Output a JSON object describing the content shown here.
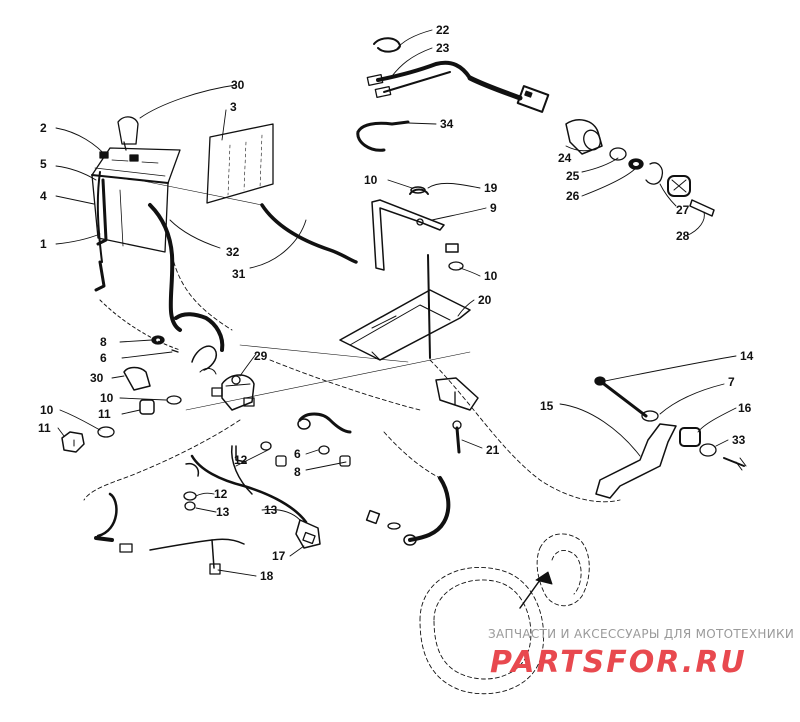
{
  "callouts": [
    {
      "id": "c22",
      "text": "22"
    },
    {
      "id": "c23",
      "text": "23"
    },
    {
      "id": "c30a",
      "text": "30"
    },
    {
      "id": "c3",
      "text": "3"
    },
    {
      "id": "c34",
      "text": "34"
    },
    {
      "id": "c2",
      "text": "2"
    },
    {
      "id": "c5",
      "text": "5"
    },
    {
      "id": "c4",
      "text": "4"
    },
    {
      "id": "c1",
      "text": "1"
    },
    {
      "id": "c24",
      "text": "24"
    },
    {
      "id": "c25",
      "text": "25"
    },
    {
      "id": "c26",
      "text": "26"
    },
    {
      "id": "c27",
      "text": "27"
    },
    {
      "id": "c28",
      "text": "28"
    },
    {
      "id": "c10a",
      "text": "10"
    },
    {
      "id": "c19",
      "text": "19"
    },
    {
      "id": "c9",
      "text": "9"
    },
    {
      "id": "c32",
      "text": "32"
    },
    {
      "id": "c31",
      "text": "31"
    },
    {
      "id": "c10b",
      "text": "10"
    },
    {
      "id": "c20",
      "text": "20"
    },
    {
      "id": "c8a",
      "text": "8"
    },
    {
      "id": "c6a",
      "text": "6"
    },
    {
      "id": "c29",
      "text": "29"
    },
    {
      "id": "c30b",
      "text": "30"
    },
    {
      "id": "c10c",
      "text": "10"
    },
    {
      "id": "c11a",
      "text": "11"
    },
    {
      "id": "c10d",
      "text": "10"
    },
    {
      "id": "c11b",
      "text": "11"
    },
    {
      "id": "c14",
      "text": "14"
    },
    {
      "id": "c7",
      "text": "7"
    },
    {
      "id": "c15",
      "text": "15"
    },
    {
      "id": "c16",
      "text": "16"
    },
    {
      "id": "c33",
      "text": "33"
    },
    {
      "id": "c21",
      "text": "21"
    },
    {
      "id": "c6b",
      "text": "6"
    },
    {
      "id": "c8b",
      "text": "8"
    },
    {
      "id": "c12a",
      "text": "12"
    },
    {
      "id": "c12b",
      "text": "12"
    },
    {
      "id": "c13a",
      "text": "13"
    },
    {
      "id": "c13b",
      "text": "13"
    },
    {
      "id": "c17",
      "text": "17"
    },
    {
      "id": "c18",
      "text": "18"
    }
  ],
  "watermark": {
    "tagline": "ЗАПЧАСТИ И АКСЕССУАРЫ ДЛЯ МОТОТЕХНИКИ",
    "brand": "PARTSFOR.RU",
    "brand_color": "#e8494f"
  },
  "colors": {
    "ink": "#111111",
    "paper": "#ffffff",
    "watermark_text": "#9a9a9a"
  }
}
